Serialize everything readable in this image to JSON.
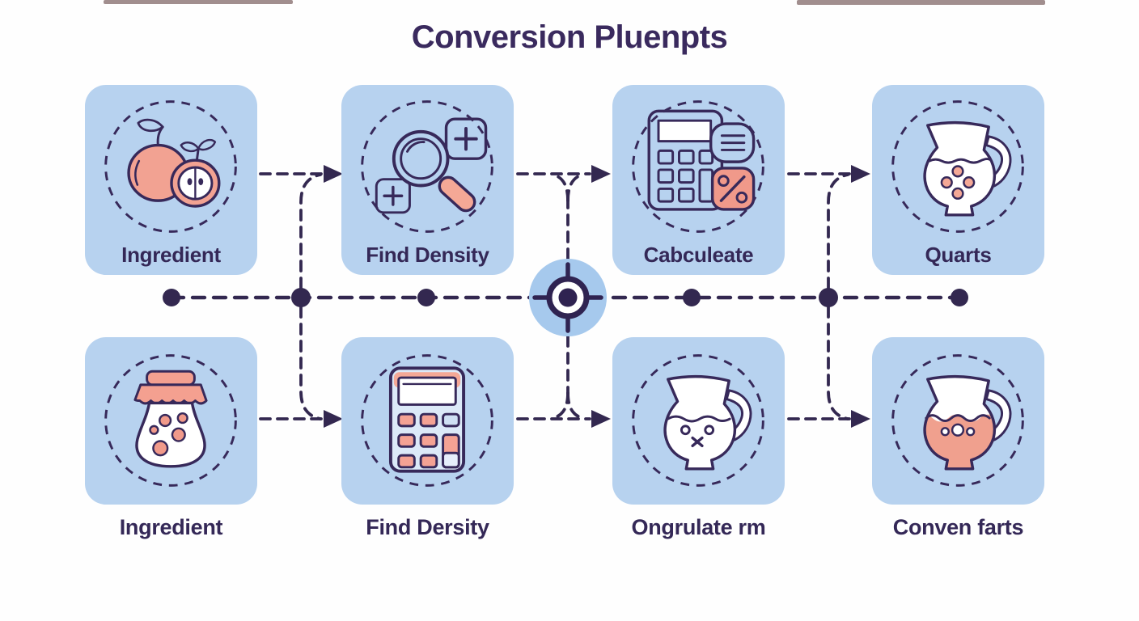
{
  "title": "Conversion Pluenpts",
  "colors": {
    "background": "#fefefe",
    "card_bg": "#b7d2ef",
    "outline": "#37295a",
    "text": "#342857",
    "salmon": "#f2a292",
    "hub_bg": "#a6c9ed"
  },
  "steps": [
    {
      "label": "Ingredient",
      "icon": "apple-icon"
    },
    {
      "label": "Find Density",
      "icon": "magnifier-icon"
    },
    {
      "label": "Cabculeate",
      "icon": "calculator-percent-icon"
    },
    {
      "label": "Quarts",
      "icon": "pitcher-dots-icon"
    },
    {
      "label": "Ingredient",
      "icon": "jam-jar-icon"
    },
    {
      "label": "Find Dersity",
      "icon": "calculator-icon"
    },
    {
      "label": "Ongrulate rm",
      "icon": "pitcher-face-icon"
    },
    {
      "label": "Conven farts",
      "icon": "pitcher-liquid-icon"
    }
  ]
}
